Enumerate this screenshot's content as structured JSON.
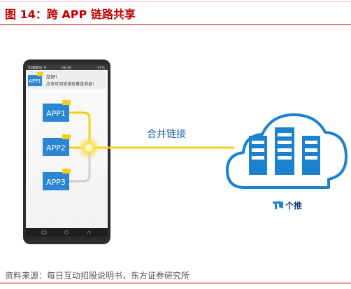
{
  "figure": {
    "title": "图 14：跨 APP 链路共享",
    "source": "资料来源：每日互动招股说明书，东方证券研究所"
  },
  "phone": {
    "status_left": "中国移动 令",
    "status_time": "09:20",
    "status_right": "37%",
    "notification": {
      "app_label": "APP1",
      "line1": "您好!",
      "line2": "点击可阅读该条推送消息!"
    },
    "apps": [
      {
        "label": "APP1"
      },
      {
        "label": "APP2"
      },
      {
        "label": "APP3"
      }
    ]
  },
  "link": {
    "label": "合并链接"
  },
  "cloud": {
    "brand": "个推"
  },
  "colors": {
    "accent_yellow": "#f2cf16",
    "app_blue": "#2a86d4",
    "cloud_blue": "#1c82cf",
    "title_red": "#c00000"
  }
}
